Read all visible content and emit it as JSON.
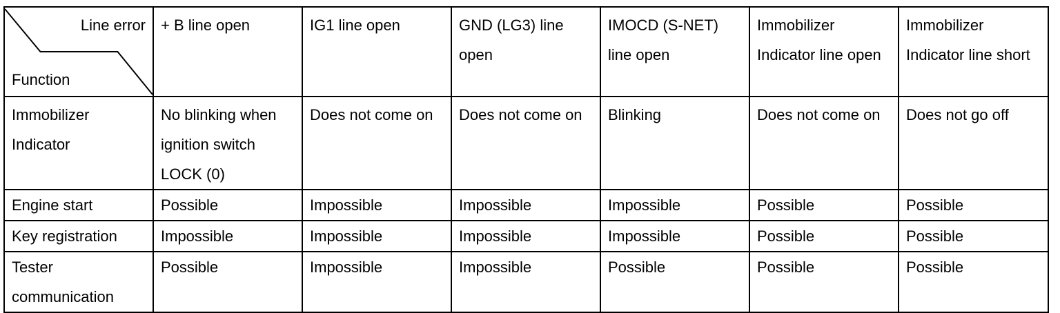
{
  "table": {
    "corner": {
      "top_label": "Line error",
      "bottom_label": "Function"
    },
    "columns": [
      "+ B line open",
      "IG1 line open",
      "GND (LG3) line open",
      "IMOCD (S-NET) line open",
      "Immobilizer Indicator line open",
      "Immobilizer Indicator line short"
    ],
    "rows": [
      {
        "function": "Immobilizer Indicator",
        "cells": [
          "No blinking when ignition switch LOCK (0)",
          "Does not come on",
          "Does not come on",
          "Blinking",
          "Does not come on",
          "Does not go off"
        ]
      },
      {
        "function": "Engine start",
        "cells": [
          "Possible",
          "Impossible",
          "Impossible",
          "Impossible",
          "Possible",
          "Possible"
        ]
      },
      {
        "function": "Key registration",
        "cells": [
          "Impossible",
          "Impossible",
          "Impossible",
          "Impossible",
          "Possible",
          "Possible"
        ]
      },
      {
        "function": "Tester communication",
        "cells": [
          "Possible",
          "Impossible",
          "Impossible",
          "Possible",
          "Possible",
          "Possible"
        ]
      }
    ]
  }
}
